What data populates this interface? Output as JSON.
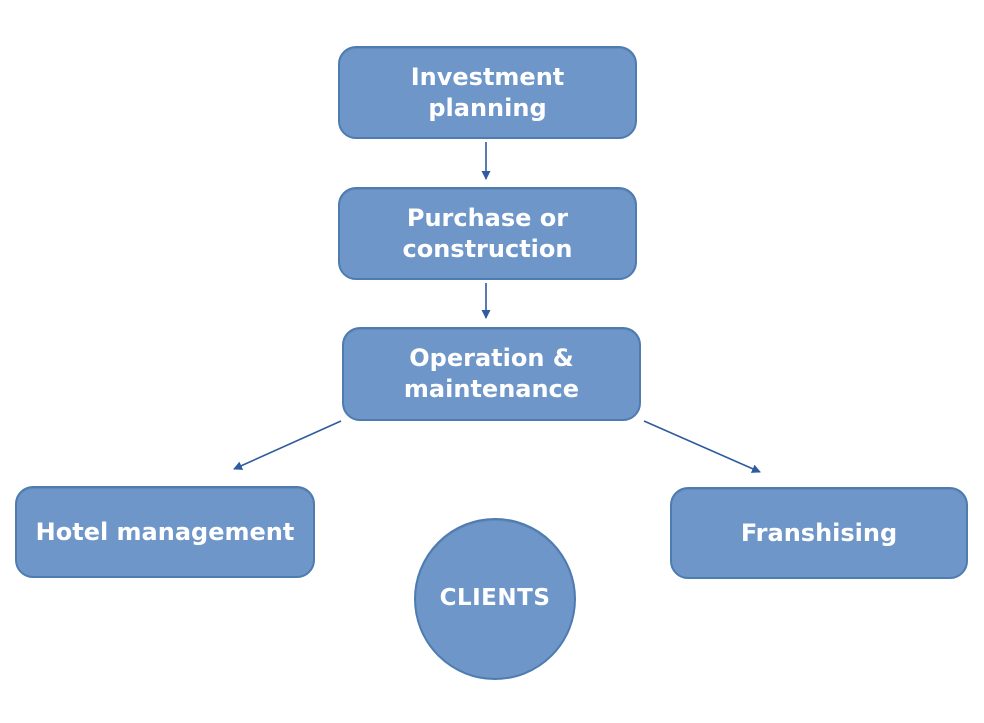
{
  "diagram": {
    "type": "flowchart",
    "nodes": [
      {
        "id": "investment-planning",
        "label": "Investment\nplanning",
        "shape": "rounded-rect"
      },
      {
        "id": "purchase-construction",
        "label": "Purchase or\nconstruction",
        "shape": "rounded-rect"
      },
      {
        "id": "operation-maintenance",
        "label": "Operation &\nmaintenance",
        "shape": "rounded-rect"
      },
      {
        "id": "hotel-management",
        "label": "Hotel management",
        "shape": "rounded-rect"
      },
      {
        "id": "franshising",
        "label": "Franshising",
        "shape": "rounded-rect"
      },
      {
        "id": "clients",
        "label": "CLIENTS",
        "shape": "circle"
      }
    ],
    "edges": [
      {
        "from": "investment-planning",
        "to": "purchase-construction",
        "direction": "down"
      },
      {
        "from": "purchase-construction",
        "to": "operation-maintenance",
        "direction": "down"
      },
      {
        "from": "operation-maintenance",
        "to": "hotel-management",
        "direction": "down-left"
      },
      {
        "from": "operation-maintenance",
        "to": "franshising",
        "direction": "down-right"
      }
    ],
    "colors": {
      "node_fill": "#6E96C8",
      "node_border": "#4E7CB1",
      "arrow": "#2E5C9E",
      "text": "#FFFFFF",
      "background": "#FFFFFF"
    }
  }
}
